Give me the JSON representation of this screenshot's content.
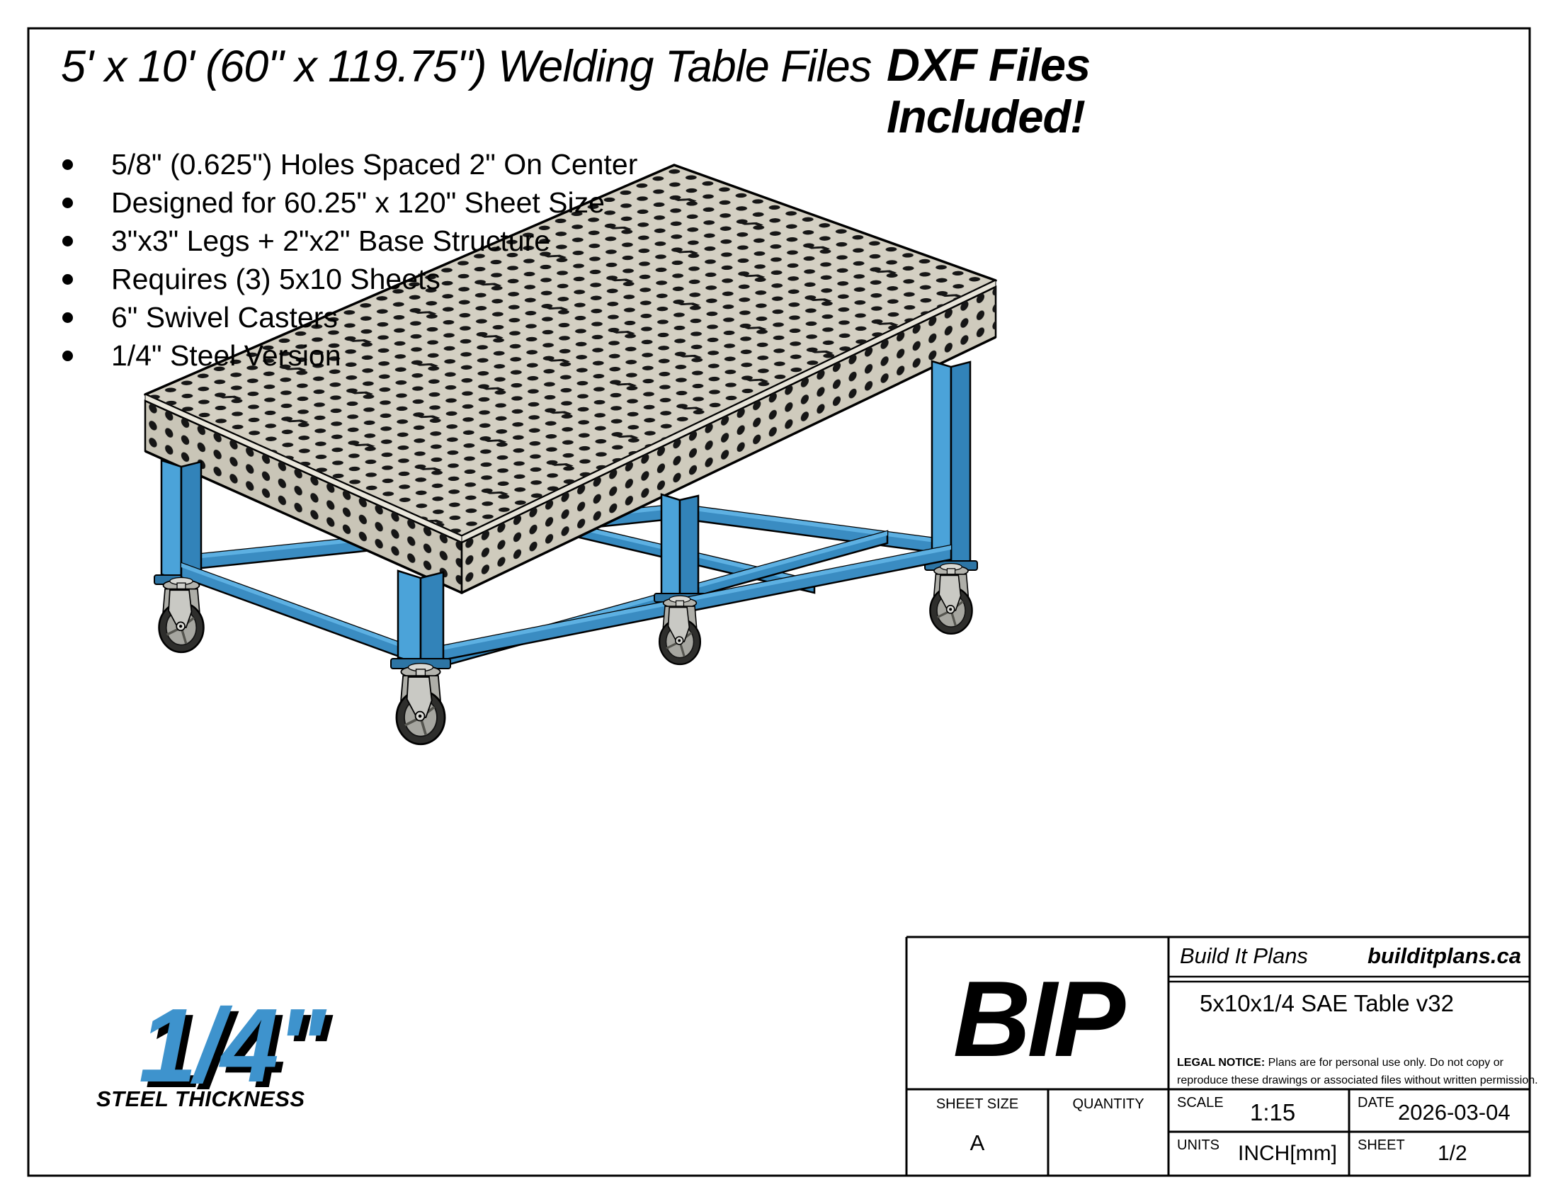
{
  "page": {
    "title": "5' x 10' (60\" x 119.75\") Welding Table Files",
    "badge": {
      "line1": "DXF Files",
      "line2": "Included!"
    },
    "bullets": [
      "5/8\" (0.625\") Holes Spaced 2\" On Center",
      "Designed for 60.25\" x 120\" Sheet Size",
      "3\"x3\" Legs + 2\"x2\" Base Structure",
      "Requires (3) 5x10 Sheets",
      "6\" Swivel Casters",
      "1/4\" Steel Version"
    ],
    "thickness": {
      "value": "1/4\"",
      "label": "STEEL THICKNESS"
    },
    "illustration_icon": "perforated-welding-table-3d"
  },
  "title_block": {
    "logo": "BIP",
    "brand": "Build It Plans",
    "website": "builditplans.ca",
    "project": "5x10x1/4 SAE Table v32",
    "legal": {
      "prefix": "LEGAL NOTICE:",
      "line1": "Plans are for personal use only. Do not copy or",
      "line2": "reproduce these drawings or associated files without written permission."
    },
    "sheet_size": {
      "label": "SHEET SIZE",
      "value": "A"
    },
    "quantity": {
      "label": "QUANTITY",
      "value": ""
    },
    "scale": {
      "label": "SCALE",
      "value": "1:15"
    },
    "date": {
      "label": "DATE",
      "value": "2026-03-04"
    },
    "units": {
      "label": "UNITS",
      "value": "INCH[mm]"
    },
    "sheet": {
      "label": "SHEET",
      "value": "1/2"
    }
  },
  "colors": {
    "accent_blue": "#3E93CD",
    "frame_blue_light": "#4BA3D9",
    "frame_blue_mid": "#3A8CC2",
    "frame_blue_dark": "#2D75A5",
    "steel_top": "#D4D0C3",
    "steel_side": "#C9C5B7",
    "hole_black": "#161616"
  }
}
